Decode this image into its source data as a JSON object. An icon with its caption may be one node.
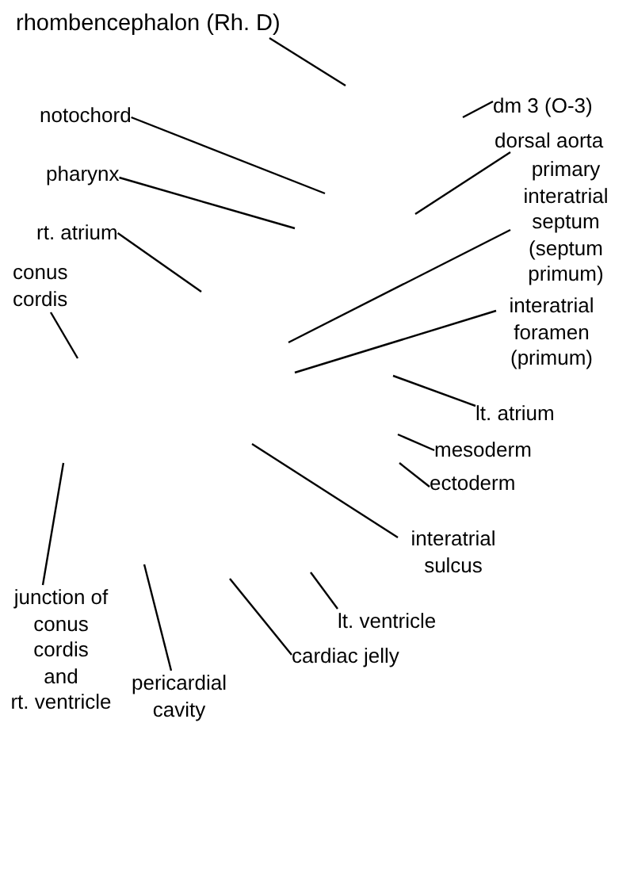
{
  "diagram": {
    "nodes": [
      {
        "text": [
          "rhombencephalon (Rh. D)"
        ]
      },
      {
        "text": [
          "dm 3 (O-3)"
        ]
      },
      {
        "text": [
          "notochord"
        ]
      },
      {
        "text": [
          "dorsal aorta"
        ]
      },
      {
        "text": [
          "pharynx"
        ]
      },
      {
        "text": [
          "primary interatrial septum (septum primum)"
        ]
      },
      {
        "text": [
          "rt. atrium"
        ]
      },
      {
        "text": [
          "conus cordis"
        ]
      },
      {
        "text": [
          "interatrial foramen (primum)"
        ]
      },
      {
        "text": [
          "lt. atrium"
        ]
      },
      {
        "text": [
          "mesoderm"
        ]
      },
      {
        "text": [
          "ectoderm"
        ]
      },
      {
        "text": [
          "interatrial sulcus"
        ]
      },
      {
        "text": [
          "junction of conus cordis and rt. ventricle"
        ]
      },
      {
        "text": [
          "lt. ventricle"
        ]
      },
      {
        "text": [
          "pericardial cavity"
        ]
      },
      {
        "text": [
          "cardiac jelly"
        ]
      }
    ],
    "edges": [
      {
        "from": 0,
        "to": null,
        "arrow": "none"
      },
      {
        "from": 1,
        "to": null,
        "arrow": "none"
      },
      {
        "from": 2,
        "to": null,
        "arrow": "none"
      },
      {
        "from": 3,
        "to": null,
        "arrow": "none"
      },
      {
        "from": 4,
        "to": null,
        "arrow": "none"
      },
      {
        "from": 5,
        "to": null,
        "arrow": "none"
      },
      {
        "from": 6,
        "to": null,
        "arrow": "none"
      },
      {
        "from": 7,
        "to": null,
        "arrow": "none"
      },
      {
        "from": 8,
        "to": null,
        "arrow": "none"
      },
      {
        "from": 9,
        "to": null,
        "arrow": "none"
      },
      {
        "from": 10,
        "to": null,
        "arrow": "none"
      },
      {
        "from": 11,
        "to": null,
        "arrow": "none"
      },
      {
        "from": 12,
        "to": null,
        "arrow": "none"
      },
      {
        "from": 13,
        "to": null,
        "arrow": "none"
      },
      {
        "from": 14,
        "to": null,
        "arrow": "none"
      },
      {
        "from": 15,
        "to": null,
        "arrow": "none"
      },
      {
        "from": 16,
        "to": null,
        "arrow": "none"
      }
    ]
  }
}
